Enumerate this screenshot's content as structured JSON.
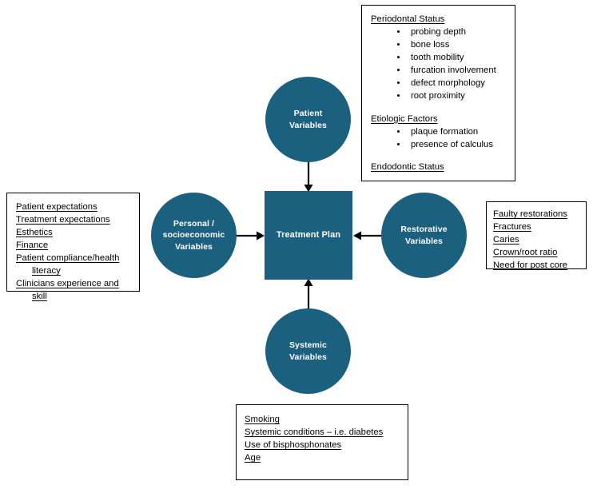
{
  "diagram": {
    "title": "Treatment Plan Variables Diagram",
    "accent_color": "#1b617f",
    "line_color": "#000000",
    "background_color": "#ffffff"
  },
  "nodes": {
    "center": {
      "label": "Treatment Plan",
      "shape": "rectangle"
    },
    "top": {
      "line1": "Patient",
      "line2": "Variables",
      "shape": "circle"
    },
    "left": {
      "line1": "Personal /",
      "line2": "socioeconomic",
      "line3": "Variables",
      "shape": "circle"
    },
    "right": {
      "line1": "Restorative",
      "line2": "Variables",
      "shape": "circle"
    },
    "bottom": {
      "line1": "Systemic",
      "line2": "Variables",
      "shape": "circle"
    }
  },
  "boxes": {
    "top_right": {
      "sections": [
        {
          "heading": "Periodontal Status",
          "items": [
            "probing depth",
            "bone loss",
            "tooth mobility",
            "furcation involvement",
            "defect morphology",
            "root proximity"
          ]
        },
        {
          "heading": "Etiologic Factors",
          "items": [
            "plaque formation",
            "presence of calculus"
          ]
        },
        {
          "heading": "Endodontic Status",
          "items": []
        }
      ]
    },
    "left": {
      "lines": [
        {
          "text": "Patient expectations",
          "indent": false
        },
        {
          "text": "Treatment expectations",
          "indent": false
        },
        {
          "text": "Esthetics",
          "indent": false
        },
        {
          "text": "Finance",
          "indent": false
        },
        {
          "text": "Patient compliance/health",
          "indent": false
        },
        {
          "text": "literacy",
          "indent": true
        },
        {
          "text": "Clinicians experience and",
          "indent": false
        },
        {
          "text": "skill",
          "indent": true
        }
      ]
    },
    "right": {
      "lines": [
        {
          "text": "Faulty restorations",
          "indent": false
        },
        {
          "text": "Fractures",
          "indent": false
        },
        {
          "text": "Caries",
          "indent": false
        },
        {
          "text": "Crown/root ratio",
          "indent": false
        },
        {
          "text": "Need for post core",
          "indent": false
        }
      ]
    },
    "bottom": {
      "lines": [
        {
          "text": "Smoking",
          "indent": false
        },
        {
          "text": "Systemic conditions – i.e. diabetes",
          "indent": false
        },
        {
          "text": "Use of bisphosphonates",
          "indent": false
        },
        {
          "text": "Age",
          "indent": false
        }
      ]
    }
  },
  "connectors": [
    {
      "name": "arrow-patient-to-treatment",
      "direction": "down"
    },
    {
      "name": "arrow-personal-to-treatment",
      "direction": "right"
    },
    {
      "name": "arrow-restorative-to-treatment",
      "direction": "left"
    },
    {
      "name": "arrow-systemic-to-treatment",
      "direction": "up"
    }
  ]
}
